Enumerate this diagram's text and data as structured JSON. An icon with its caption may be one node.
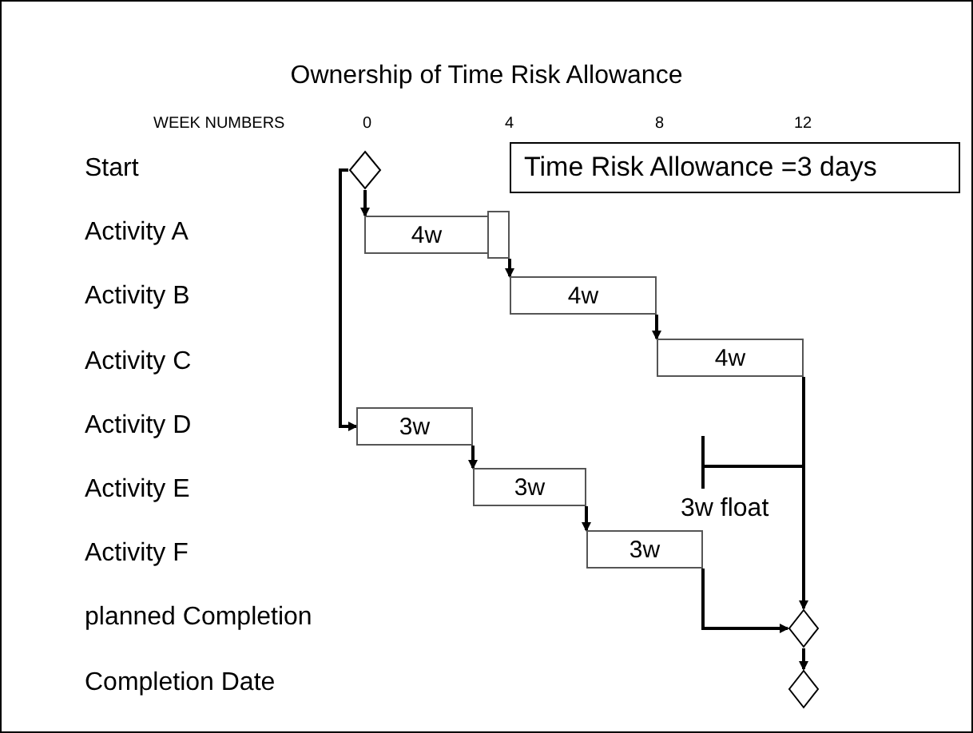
{
  "diagram": {
    "title": "Ownership of Time Risk Allowance",
    "nodes": [
      {
        "text": [],
        "shape": "diamond"
      },
      {
        "text": [
          "4w"
        ]
      },
      {
        "text": [],
        "shape": "box"
      },
      {
        "text": [
          "4w"
        ]
      },
      {
        "text": [
          "4w"
        ]
      },
      {
        "text": [
          "3w"
        ]
      },
      {
        "text": [
          "3w"
        ]
      },
      {
        "text": [
          "3w"
        ]
      },
      {
        "text": [],
        "shape": "diamond"
      },
      {
        "text": [],
        "shape": "diamond"
      },
      {
        "text": [
          "Time Risk Allowance =3 days"
        ]
      }
    ],
    "edges": [
      {
        "from": 0,
        "to": 1,
        "arrow": "to"
      },
      {
        "from": 0,
        "to": 5,
        "arrow": "to"
      },
      {
        "from": 2,
        "to": 3,
        "arrow": "to"
      },
      {
        "from": 3,
        "to": 4,
        "arrow": "to"
      },
      {
        "from": 4,
        "to": 8,
        "arrow": "to"
      },
      {
        "from": 5,
        "to": 6,
        "arrow": "to"
      },
      {
        "from": 6,
        "to": 7,
        "arrow": "to"
      },
      {
        "from": 7,
        "to": 8,
        "arrow": "to"
      },
      {
        "from": 8,
        "to": 9,
        "arrow": "to"
      }
    ],
    "labels": [
      "WEEK NUMBERS",
      "0",
      "4",
      "8",
      "12",
      "Start",
      "Activity A",
      "Activity B",
      "Activity C",
      "Activity D",
      "Activity E",
      "Activity F",
      "planned Completion",
      "Completion Date",
      "3w float"
    ]
  }
}
